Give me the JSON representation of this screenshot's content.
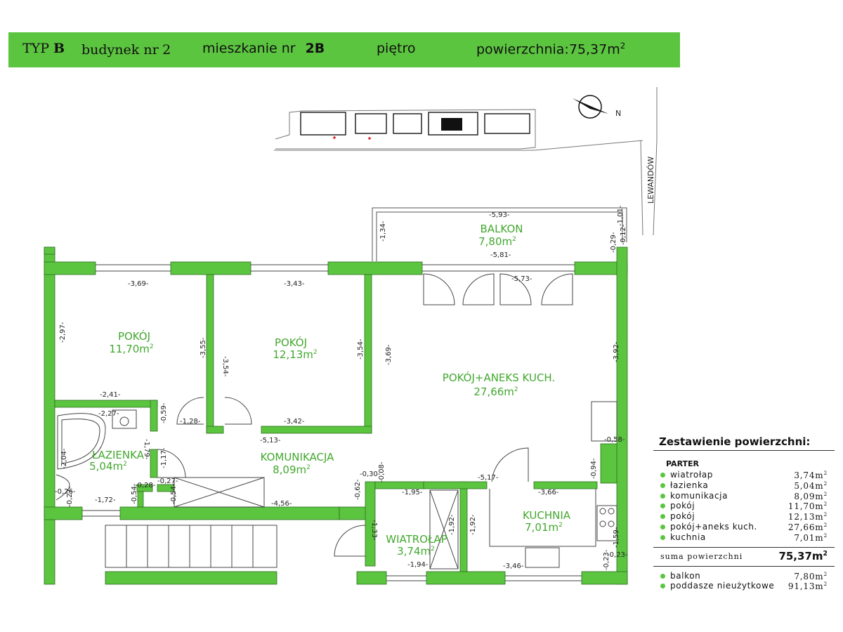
{
  "header": {
    "typ_label": "TYP",
    "typ_value": "B",
    "building_label": "budynek nr",
    "building_value": "2",
    "apartment_label": "mieszkanie nr",
    "apartment_value": "2B",
    "floor_label": "piętro",
    "area_label": "powierzchnia:",
    "area_value": "75,37m",
    "area_sup": "2"
  },
  "site_plan": {
    "street_name": "LEWANDÓW",
    "north_label": "N"
  },
  "rooms": [
    {
      "name": "POKÓJ",
      "area": "11,70m",
      "sup": "2"
    },
    {
      "name": "POKÓJ",
      "area": "12,13m",
      "sup": "2"
    },
    {
      "name": "POKÓJ+ANEKS KUCH.",
      "area": "27,66m",
      "sup": "2"
    },
    {
      "name": "BALKON",
      "area": "7,80m",
      "sup": "2"
    },
    {
      "name": "ŁAZIENKA",
      "area": "5,04m",
      "sup": "2"
    },
    {
      "name": "KOMUNIKACJA",
      "area": "8,09m",
      "sup": "2"
    },
    {
      "name": "KUCHNIA",
      "area": "7,01m",
      "sup": "2"
    },
    {
      "name": "WIATROŁAP",
      "area": "3,74m",
      "sup": "2"
    }
  ],
  "dimensions": [
    "-5,93-",
    "-5,81-",
    "-5,73-",
    "-1,34-",
    "-1,01-",
    "-0,12-",
    "-0,29-",
    "-3,69-",
    "-3,43-",
    "-2,97-",
    "-3,55-",
    "-3,54-",
    "-3,54-",
    "-3,69-",
    "-3,92-",
    "-2,41-",
    "-2,27-",
    "-0,59-",
    "-1,28-",
    "-3,42-",
    "-5,13-",
    "-1,79-",
    "-1,17-",
    "-2,04-",
    "-0,26-",
    "-0,27-",
    "-1,72-",
    "-0,28-",
    "-0,27-",
    "-0,54-",
    "-0,54-",
    "-4,56-",
    "-0,30-",
    "-0,08-",
    "-0,62-",
    "-1,95-",
    "-5,17-",
    "-3,66-",
    "-0,58-",
    "-0,94-",
    "-1,33-",
    "-1,92-",
    "-1,92-",
    "-1,94-",
    "-3,46-",
    "-1,59-",
    "-0,23-",
    "-0,23-"
  ],
  "legend": {
    "title": "Zestawienie powierzchni:",
    "section": "PARTER",
    "items": [
      {
        "name": "wiatrołap",
        "value": "3,74m",
        "sup": "2"
      },
      {
        "name": "łazienka",
        "value": "5,04m",
        "sup": "2"
      },
      {
        "name": "komunikacja",
        "value": "8,09m",
        "sup": "2"
      },
      {
        "name": "pokój",
        "value": "11,70m",
        "sup": "2"
      },
      {
        "name": "pokój",
        "value": "12,13m",
        "sup": "2"
      },
      {
        "name": "pokój+aneks kuch.",
        "value": "27,66m",
        "sup": "2"
      },
      {
        "name": "kuchnia",
        "value": "7,01m",
        "sup": "2"
      }
    ],
    "sum_label": "suma powierzchni",
    "sum_value": "75,37m",
    "sum_sup": "2",
    "extra": [
      {
        "name": "balkon",
        "value": "7,80m",
        "sup": "2"
      },
      {
        "name": "poddasze nieużytkowe",
        "value": "91,13m",
        "sup": "2"
      }
    ]
  },
  "colors": {
    "wall": "#5cc540",
    "room_label": "#42a82e",
    "header_bg": "#5cc540"
  }
}
